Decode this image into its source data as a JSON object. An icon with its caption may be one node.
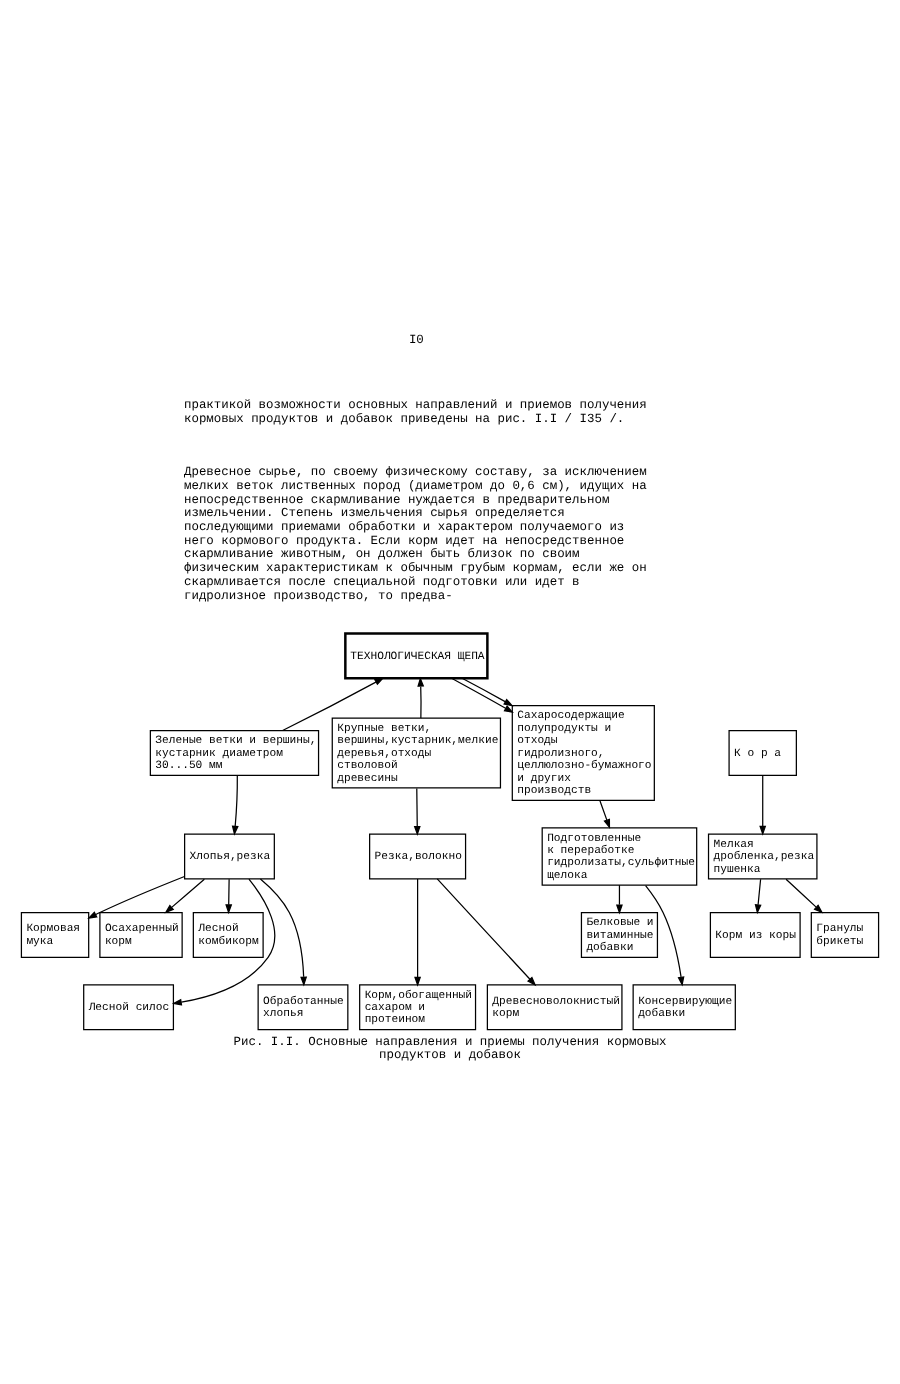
{
  "diagram": {
    "caption": "Рис. I.I. Основные направления и приемы получения кормовых продуктов и добавок",
    "nodes": [
      {
        "text": [
          "ТЕХНОЛОГИЧЕСКАЯ ЩЕПА"
        ]
      },
      {
        "text": [
          "Зеленые ветки и вершины, кустарник диаметром 30...50 мм"
        ]
      },
      {
        "text": [
          "Крупные ветки, вершины,кустарник,мелкие деревья,отходы стволовой древесины"
        ]
      },
      {
        "text": [
          "К о р а"
        ]
      },
      {
        "text": [
          "Сахаросодержащие полупродукты и отходы гидролизного, целлюлозно-бумажного и других производств"
        ]
      },
      {
        "text": [
          "Хлопья,резка"
        ]
      },
      {
        "text": [
          "Резка,волокно"
        ]
      },
      {
        "text": [
          "Мелкая дробленка,резка пушенка"
        ]
      },
      {
        "text": [
          "Подготовленные к переработке гидролизаты,сульфитные щелока"
        ]
      },
      {
        "text": [
          "Кормовая мука"
        ]
      },
      {
        "text": [
          "Осахаренный корм"
        ]
      },
      {
        "text": [
          "Лесной комбикорм"
        ]
      },
      {
        "text": [
          "Корм из коры"
        ]
      },
      {
        "text": [
          "Белковые и витаминные добавки"
        ]
      },
      {
        "text": [
          "Гранулы брикеты"
        ]
      },
      {
        "text": [
          "Лесной силос"
        ]
      },
      {
        "text": [
          "Обработанные хлопья"
        ]
      },
      {
        "text": [
          "Корм,обогащенный сахаром и протеином"
        ]
      },
      {
        "text": [
          "Древесноволокнистый корм"
        ]
      },
      {
        "text": [
          "Консервирующие добавки"
        ]
      }
    ],
    "edges": [
      {
        "from": 1,
        "to": 0,
        "arrow": "to"
      },
      {
        "from": 2,
        "to": 0,
        "arrow": "to"
      },
      {
        "from": 0,
        "to": 4,
        "arrow": "to"
      },
      {
        "from": 0,
        "to": 4,
        "arrow": "to"
      },
      {
        "from": 1,
        "to": 5,
        "arrow": "to"
      },
      {
        "from": 2,
        "to": 6,
        "arrow": "to"
      },
      {
        "from": 3,
        "to": 7,
        "arrow": "to"
      },
      {
        "from": 4,
        "to": 8,
        "arrow": "to"
      },
      {
        "from": 5,
        "to": 9,
        "arrow": "to"
      },
      {
        "from": 5,
        "to": 10,
        "arrow": "to"
      },
      {
        "from": 5,
        "to": 11,
        "arrow": "to"
      },
      {
        "from": 5,
        "to": 15,
        "arrow": "to"
      },
      {
        "from": 5,
        "to": 16,
        "arrow": "to"
      },
      {
        "from": 6,
        "to": 17,
        "arrow": "to"
      },
      {
        "from": 6,
        "to": 18,
        "arrow": "to"
      },
      {
        "from": 7,
        "to": 12,
        "arrow": "to"
      },
      {
        "from": 7,
        "to": 14,
        "arrow": "to"
      },
      {
        "from": 8,
        "to": 13,
        "arrow": "to"
      },
      {
        "from": 8,
        "to": 19,
        "arrow": "to"
      }
    ],
    "labels": [
      "I0",
      "практикой возможности основных направлений и приемов получения кормовых продуктов и добавок приведены на рис. I.I / I35 /.",
      "Древесное сырье, по своему физическому составу, за исключением мелких веток лиственных пород (диаметром до 0,6 см), идущих на непосредственное скармливание нуждается в предварительном измельчении. Степень измельчения сырья определяется последующими приемами обработки и характером получаемого из него кормового продукта. Если корм идет на непосредственное скармливание животным, он должен быть близок по своим физическим характеристикам к обычным грубым кормам, если же он скармливается после специальной подготовки или идет в гидролизное производство, то предва-"
    ]
  }
}
